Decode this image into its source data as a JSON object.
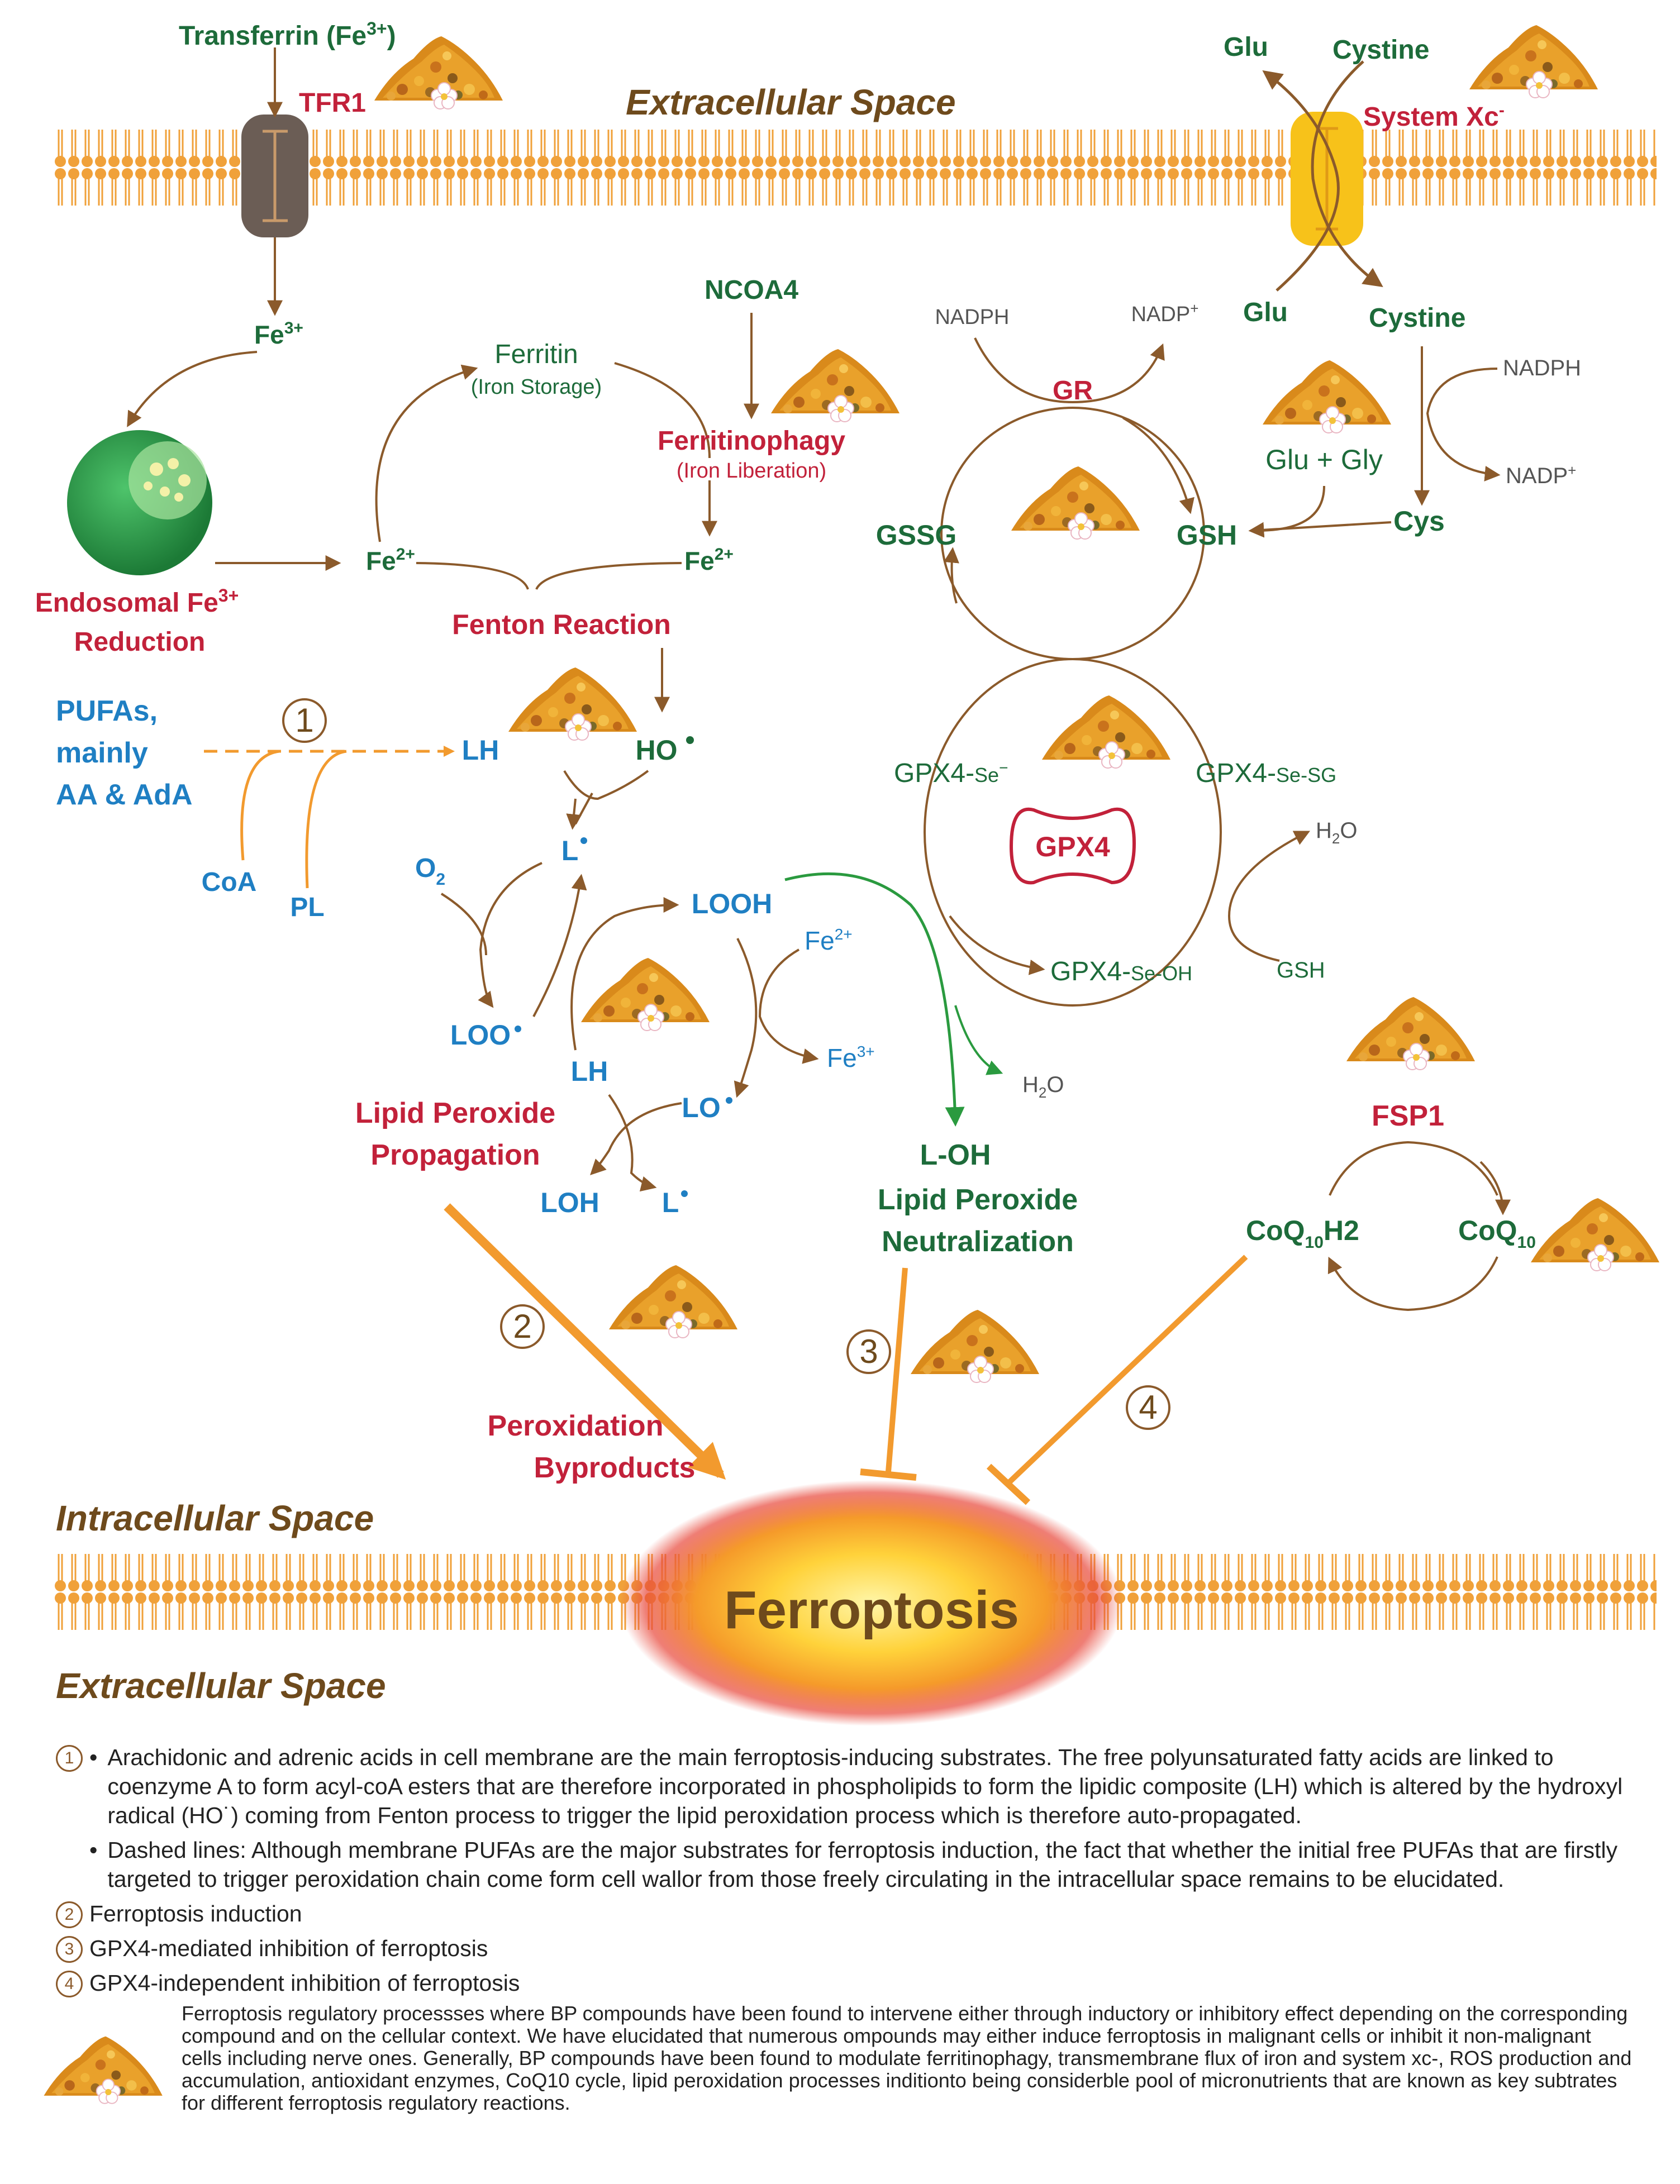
{
  "colors": {
    "membrane": "#f0a13a",
    "membrane_dark": "#d17f1a",
    "arrow_brown": "#8b5a2b",
    "arrow_orange": "#f29a2e",
    "arrow_green": "#2a9a3f",
    "text_green": "#1d6b3a",
    "text_red": "#c2213a",
    "text_blue": "#1f7fc3",
    "text_brown": "#6e4a1c",
    "tfr1_channel": "#6b5d55",
    "system_xc_channel": "#f7c21a",
    "endosome": "#2c9b4a"
  },
  "icon_names": [
    "bee-pollen-icon"
  ],
  "spaces": {
    "extracellular_top": "Extracellular Space",
    "intracellular": "Intracellular Space",
    "extracellular_bottom": "Extracellular Space"
  },
  "iron": {
    "transferrin": "Transferrin (Fe",
    "transferrin_sup": "3+",
    "transferrin_end": ")",
    "tfr1": "TFR1",
    "fe3": "Fe",
    "fe3_sup": "3+",
    "endosomal_line1": "Endosomal Fe",
    "endosomal_sup": "3+",
    "endosomal_line2": "Reduction",
    "fe2_left": "Fe",
    "fe2_left_sup": "2+",
    "fe2_right": "Fe",
    "fe2_right_sup": "2+",
    "ferritin": "Ferritin",
    "iron_storage": "(Iron Storage)",
    "ncoa4": "NCOA4",
    "ferritinophagy": "Ferritinophagy",
    "iron_liberation": "(Iron Liberation)",
    "fenton": "Fenton Reaction"
  },
  "system_xc": {
    "label": "System Xc",
    "label_sup": "-",
    "glu_out": "Glu",
    "cystine_out": "Cystine",
    "glu_in": "Glu",
    "cystine_in": "Cystine"
  },
  "glutathione": {
    "nadph_left": "NADPH",
    "nadp_left": "NADP",
    "nadp_left_sup": "+",
    "gr": "GR",
    "gssg": "GSSG",
    "gsh": "GSH",
    "nadph_right": "NADPH",
    "nadp_right": "NADP",
    "nadp_right_sup": "+",
    "glu_gly": "Glu + Gly",
    "cys": "Cys"
  },
  "gpx4": {
    "se_minus_main": "GPX4-",
    "se_minus_small": "Se",
    "se_minus_sup": "−",
    "se_sg_main": "GPX4-",
    "se_sg_small": "Se-SG",
    "se_oh_main": "GPX4-",
    "se_oh_small": "Se-OH",
    "center": "GPX4",
    "h2o_top": "H",
    "h2o_top_sub": "2",
    "h2o_top_end": "O",
    "gsh_small": "GSH"
  },
  "lipid": {
    "step1": "1",
    "pufas_l1": "PUFAs,",
    "pufas_l2": "mainly",
    "pufas_l3": "AA & AdA",
    "coa": "CoA",
    "pl": "PL",
    "lh_top": "LH",
    "ho": "HO",
    "l_radical": "L",
    "o2": "O",
    "o2_sub": "2",
    "loo": "LOO",
    "looh": "LOOH",
    "lh_mid": "LH",
    "fe2": "Fe",
    "fe2_sup": "2+",
    "fe3": "Fe",
    "fe3_sup": "3+",
    "lo": "LO",
    "loh": "LOH",
    "l_end": "L",
    "propagation_l1": "Lipid Peroxide",
    "propagation_l2": "Propagation",
    "h2o": "H",
    "h2o_sub": "2",
    "h2o_end": "O",
    "loh_product": "L-OH",
    "neutralization_l1": "Lipid Peroxide",
    "neutralization_l2": "Neutralization"
  },
  "fsp1": {
    "label": "FSP1",
    "coq10h2": "CoQ",
    "coq10h2_sub": "10",
    "coq10h2_end": "H2",
    "coq10": "CoQ",
    "coq10_sub": "10"
  },
  "outcome": {
    "step2": "2",
    "step3": "3",
    "step4": "4",
    "byproducts_l1": "Peroxidation",
    "byproducts_l2": "Byproducts",
    "ferroptosis": "Ferroptosis"
  },
  "notes": {
    "n1_num": "1",
    "n1_a": "Arachidonic and adrenic acids in cell membrane are the main ferroptosis-inducing substrates. The free polyunsaturated fatty acids are linked to coenzyme A to form acyl-coA esters that are therefore incorporated in phospholipids to form the lipidic composite (LH) which is altered by the hydroxyl radical (HO˙) coming from Fenton process to trigger the lipid peroxidation process which is therefore auto-propagated.",
    "n1_b": "Dashed lines: Although membrane PUFAs are the major substrates for ferroptosis induction, the fact that whether the initial free PUFAs that are firstly targeted to trigger peroxidation chain come form cell wallor from those freely circulating in the intracellular space remains to be elucidated.",
    "n2_num": "2",
    "n2": "Ferroptosis induction",
    "n3_num": "3",
    "n3": "GPX4-mediated inhibition of ferroptosis",
    "n4_num": "4",
    "n4": "GPX4-independent inhibition of ferroptosis"
  },
  "legend_text": "Ferroptosis regulatory processses where BP compounds have been found to intervene either through inductory or inhibitory effect depending on the corresponding compound and on the cellular context. We have elucidated that numerous ompounds may either induce ferroptosis in malignant cells or inhibit it non-malignant cells including nerve ones. Generally, BP compounds have been found to modulate ferritinophagy, transmembrane flux of iron and system xc-, ROS production and accumulation, antioxidant enzymes, CoQ10 cycle, lipid peroxidation processes inditionto being considerble pool of micronutrients that are known as key subtrates for different ferroptosis regulatory reactions."
}
